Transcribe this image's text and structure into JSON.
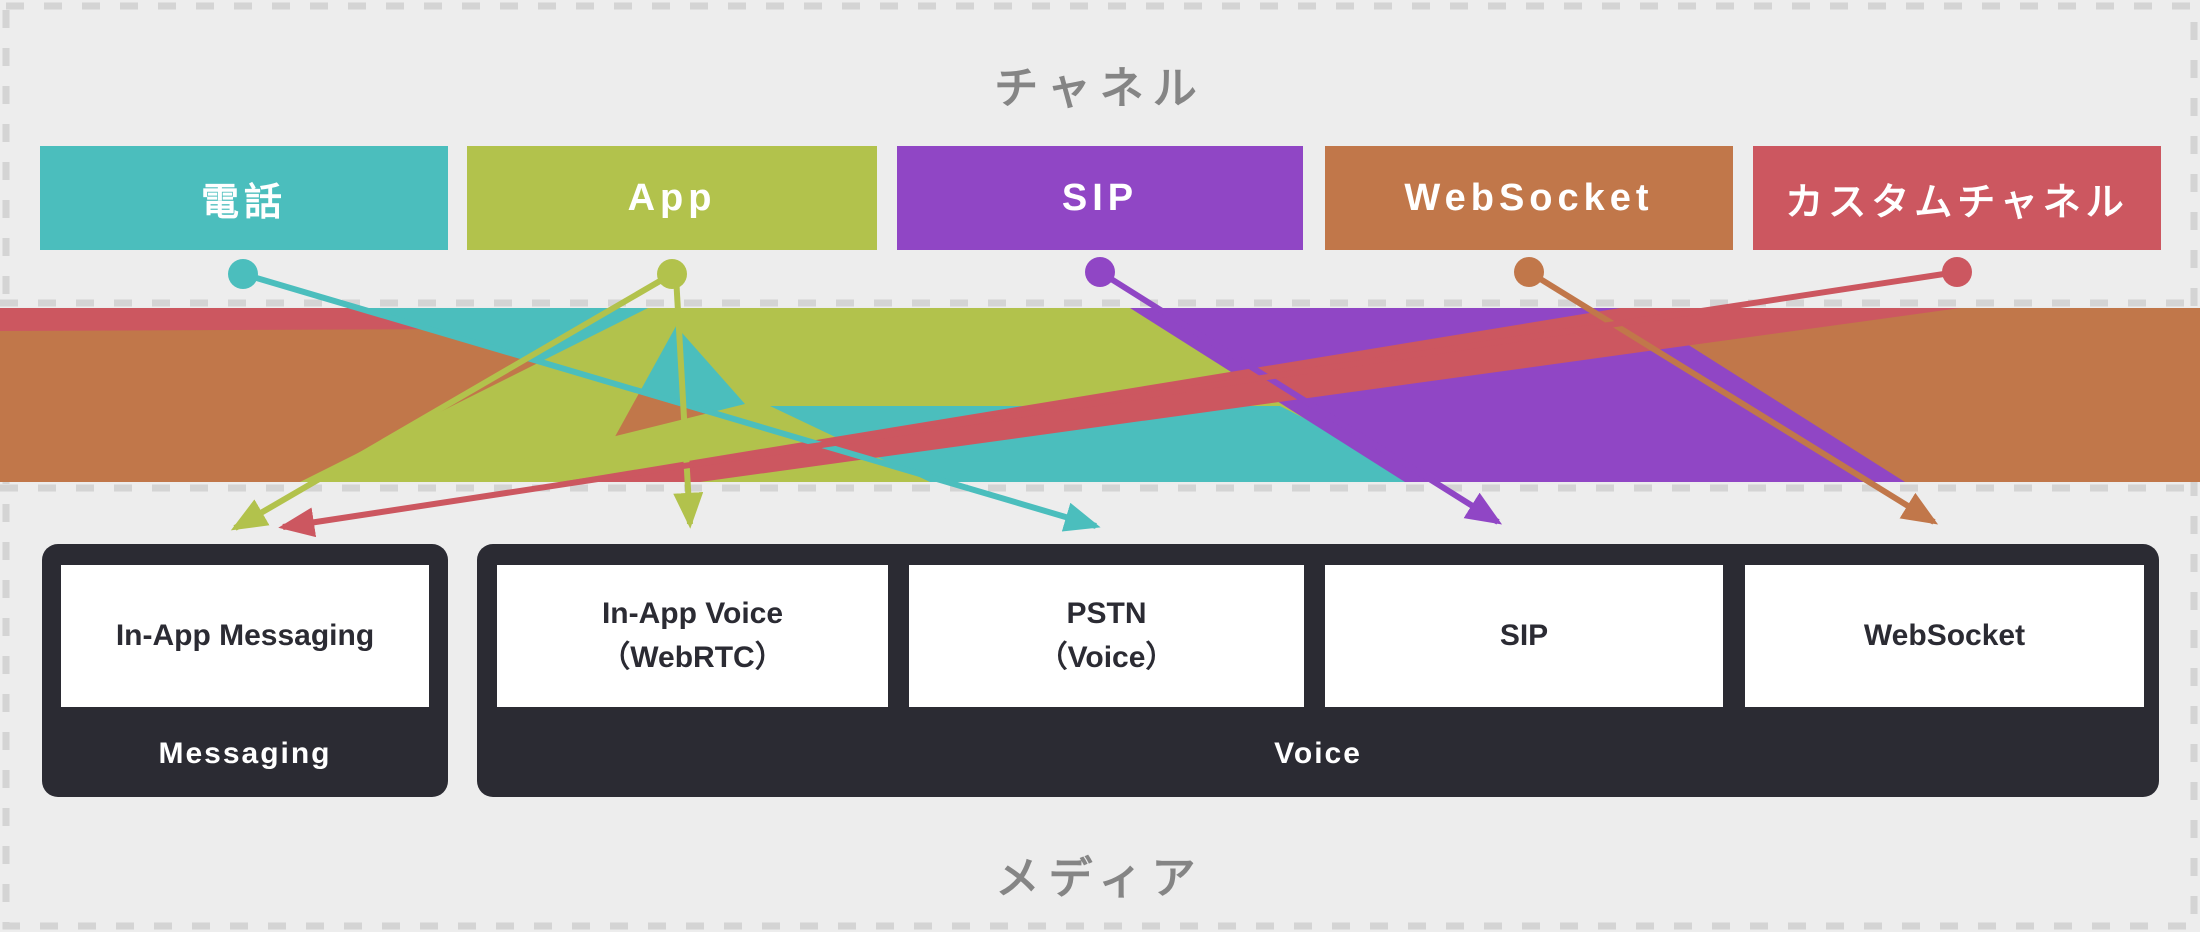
{
  "titles": {
    "top": "チャネル",
    "bottom": "メディア"
  },
  "colors": {
    "background": "#EDEDED",
    "dash": "#D4D4D4",
    "dark": "#2B2B33",
    "white": "#FFFFFF",
    "title_text": "#858585",
    "teal": "#4BBEBD",
    "green": "#B2C24C",
    "purple": "#9046C5",
    "orange": "#C1774A",
    "red": "#CC5760"
  },
  "channels": [
    {
      "id": "phone",
      "label": "電話",
      "color_key": "teal"
    },
    {
      "id": "app",
      "label": "App",
      "color_key": "green"
    },
    {
      "id": "sip",
      "label": "SIP",
      "color_key": "purple"
    },
    {
      "id": "websocket",
      "label": "WebSocket",
      "color_key": "orange"
    },
    {
      "id": "custom",
      "label": "カスタムチャネル",
      "color_key": "red"
    }
  ],
  "media_groups": [
    {
      "label": "Messaging",
      "items": [
        {
          "lines": [
            "In-App Messaging"
          ]
        }
      ]
    },
    {
      "label": "Voice",
      "items": [
        {
          "lines": [
            "In-App Voice",
            "（WebRTC）"
          ]
        },
        {
          "lines": [
            "PSTN",
            "（Voice）"
          ]
        },
        {
          "lines": [
            "SIP"
          ]
        },
        {
          "lines": [
            "WebSocket"
          ]
        }
      ]
    }
  ],
  "flows": [
    {
      "from": "電話",
      "to": "PSTN（Voice）",
      "color_key": "teal"
    },
    {
      "from": "App",
      "to": "In-App Messaging",
      "color_key": "green"
    },
    {
      "from": "App",
      "to": "In-App Voice（WebRTC）",
      "color_key": "green"
    },
    {
      "from": "SIP",
      "to": "SIP",
      "color_key": "purple"
    },
    {
      "from": "WebSocket",
      "to": "WebSocket",
      "color_key": "orange"
    },
    {
      "from": "カスタムチャネル",
      "to": "In-App Messaging",
      "color_key": "red"
    }
  ]
}
